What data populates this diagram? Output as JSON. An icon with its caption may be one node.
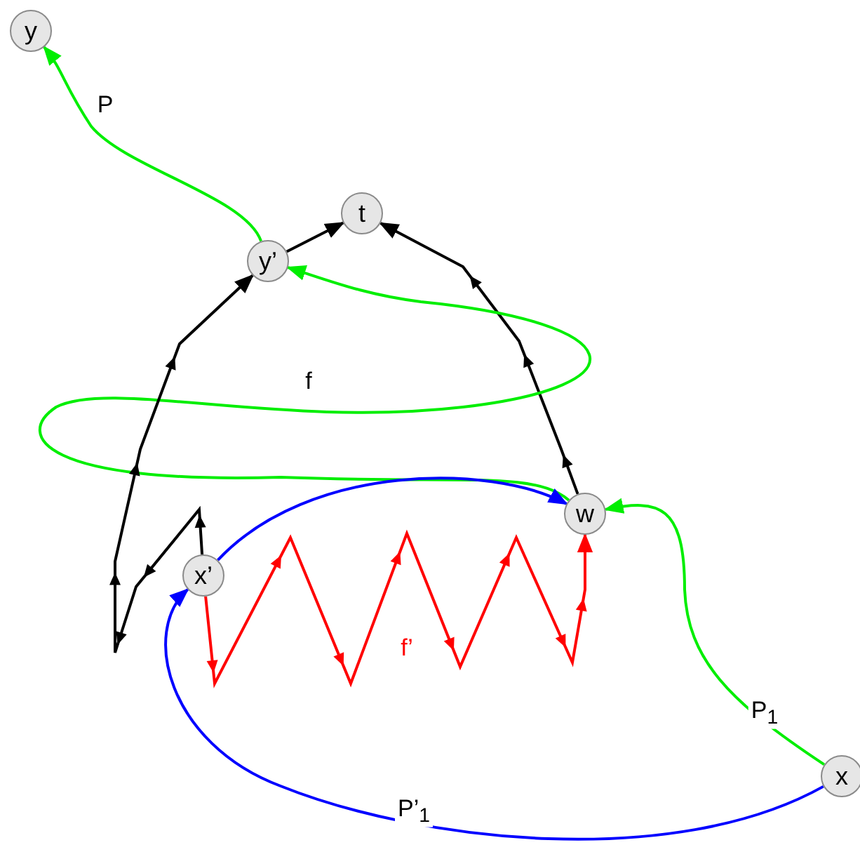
{
  "diagram": {
    "nodes": [
      {
        "text": [
          "y"
        ]
      },
      {
        "text": [
          "t"
        ]
      },
      {
        "text": [
          "y’"
        ]
      },
      {
        "text": [
          "w"
        ]
      },
      {
        "text": [
          "x’"
        ]
      },
      {
        "text": [
          "x"
        ]
      }
    ],
    "edges": [
      {
        "from": 2,
        "to": 0,
        "arrow": "to",
        "label": "P",
        "color": "#00ee00"
      },
      {
        "from": 2,
        "to": 1,
        "arrow": "to",
        "color": "#000000"
      },
      {
        "from": 3,
        "to": 1,
        "arrow": "to",
        "color": "#000000"
      },
      {
        "from": 3,
        "to": 2,
        "arrow": "to",
        "label": "f",
        "color": "#00ee00"
      },
      {
        "from": 4,
        "to": 2,
        "arrow": "to",
        "color": "#000000"
      },
      {
        "from": 4,
        "to": 3,
        "arrow": "to",
        "color": "#0000ff"
      },
      {
        "from": 4,
        "to": 3,
        "arrow": "to",
        "label": "f’",
        "color": "#ff0000"
      },
      {
        "from": 5,
        "to": 3,
        "arrow": "to",
        "label": "P$_{1}$",
        "color": "#00ee00"
      },
      {
        "from": 5,
        "to": 4,
        "arrow": "to",
        "label": "P’$_{1}$",
        "color": "#0000ff"
      }
    ]
  }
}
